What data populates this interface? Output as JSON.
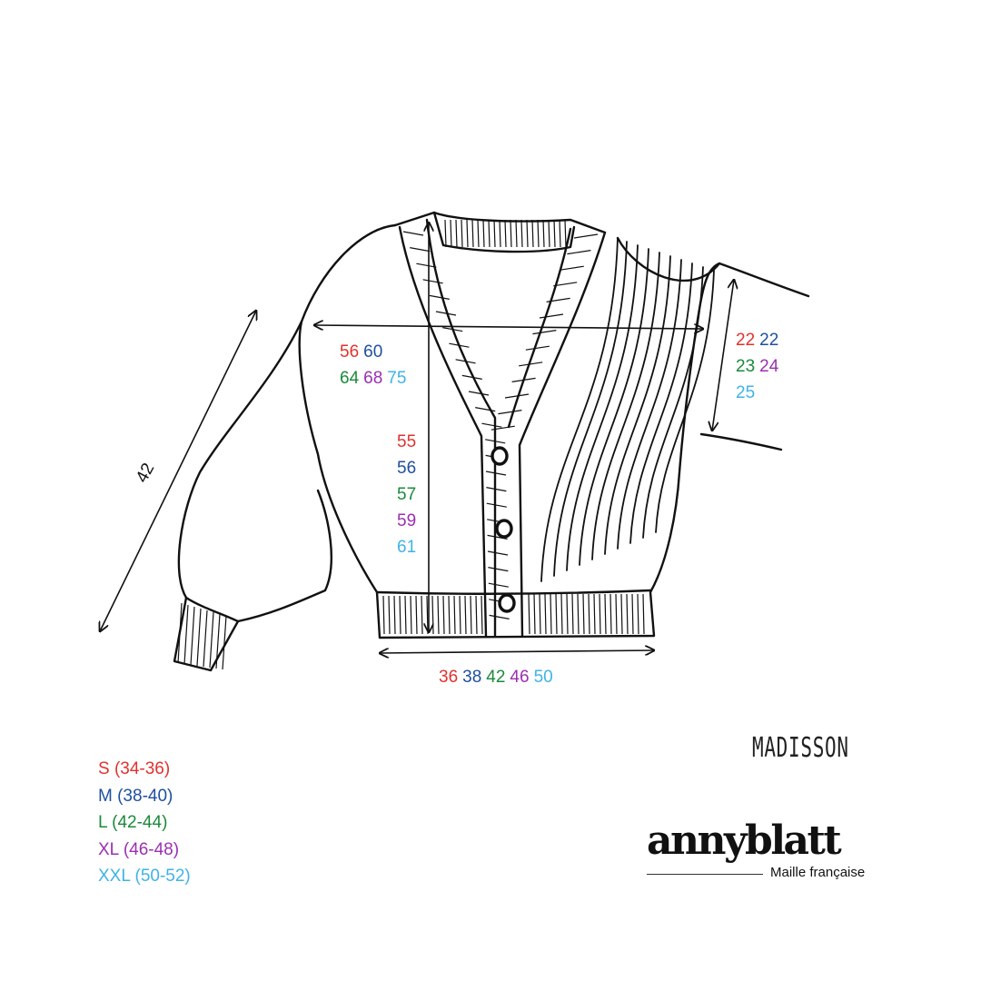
{
  "colors": {
    "S": "#e1322d",
    "M": "#1f4fa1",
    "L": "#1b8a3a",
    "XL": "#9b2fb3",
    "XXL": "#3fb3e6",
    "ink": "#111111"
  },
  "measurements": {
    "sleeve_length": "42",
    "chest_width": {
      "S": "56",
      "M": "60",
      "L": "64",
      "XL": "68",
      "XXL": "75"
    },
    "body_length": {
      "S": "55",
      "M": "56",
      "L": "57",
      "XL": "59",
      "XXL": "61"
    },
    "shoulder_width": {
      "S": "22",
      "M": "22",
      "L": "23",
      "XL": "24",
      "XXL": "25"
    },
    "hem_width": {
      "S": "36",
      "M": "38",
      "L": "42",
      "XL": "46",
      "XXL": "50"
    }
  },
  "legend": [
    {
      "size": "S",
      "label": "S (34-36)"
    },
    {
      "size": "M",
      "label": "M (38-40)"
    },
    {
      "size": "L",
      "label": "L (42-44)"
    },
    {
      "size": "XL",
      "label": "XL (46-48)"
    },
    {
      "size": "XXL",
      "label": "XXL (50-52)"
    }
  ],
  "model_name": "MADISSON",
  "brand": {
    "name": "annyblatt",
    "tagline": "Maille française"
  }
}
